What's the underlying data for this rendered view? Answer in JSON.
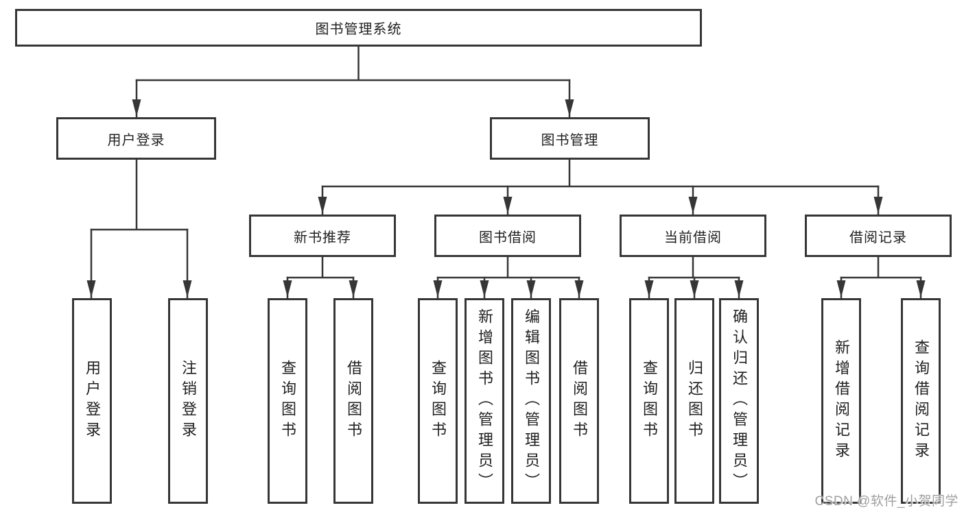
{
  "diagram": {
    "root": {
      "label": "图书管理系统"
    },
    "branches": {
      "user_login": {
        "label": "用户登录",
        "children": [
          {
            "label": "用户登录"
          },
          {
            "label": "注销登录"
          }
        ]
      },
      "book_mgmt": {
        "label": "图书管理",
        "children": [
          {
            "label": "新书推荐",
            "children": [
              {
                "label": "查询图书"
              },
              {
                "label": "借阅图书"
              }
            ]
          },
          {
            "label": "图书借阅",
            "children": [
              {
                "label": "查询图书"
              },
              {
                "label": "新增图书（管理员）"
              },
              {
                "label": "编辑图书（管理员）"
              },
              {
                "label": "借阅图书"
              }
            ]
          },
          {
            "label": "当前借阅",
            "children": [
              {
                "label": "查询图书"
              },
              {
                "label": "归还图书"
              },
              {
                "label": "确认归还（管理员）"
              }
            ]
          },
          {
            "label": "借阅记录",
            "children": [
              {
                "label": "新增借阅记录"
              },
              {
                "label": "查询借阅记录"
              }
            ]
          }
        ]
      }
    },
    "colors": {
      "line": "#363636",
      "text": "#1f1f1f",
      "background": "#ffffff",
      "watermark": "#9f9f9f"
    }
  },
  "watermark": {
    "text": "CSDN @软件_小贺同学"
  }
}
